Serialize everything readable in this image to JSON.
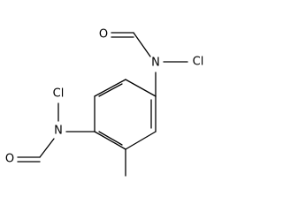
{
  "molecule": {
    "atoms": {
      "o_top": "O",
      "n_top": "N",
      "cl_top": "Cl",
      "cl_left": "Cl",
      "n_left": "N",
      "o_left": "O"
    },
    "colors": {
      "bond": "#000000",
      "label": "#000000",
      "background": "#ffffff"
    }
  }
}
